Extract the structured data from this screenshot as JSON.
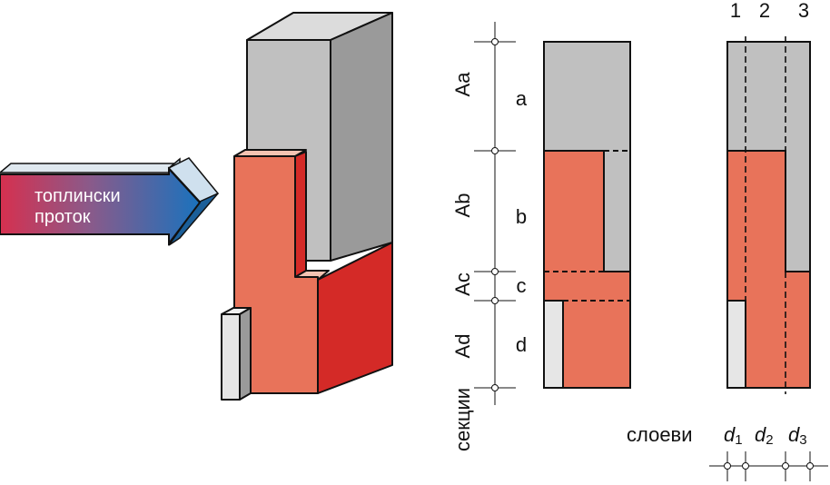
{
  "arrow": {
    "line1": "топлински",
    "line2": "проток"
  },
  "sections": {
    "axis_label": "секции",
    "items": [
      {
        "name": "Aa",
        "letter": "a"
      },
      {
        "name": "Ab",
        "letter": "b"
      },
      {
        "name": "Ac",
        "letter": "c"
      },
      {
        "name": "Ad",
        "letter": "d"
      }
    ]
  },
  "layers": {
    "label": "слоеви",
    "numbers": [
      "1",
      "2",
      "3"
    ],
    "d_symbol": "d",
    "subscripts": [
      "1",
      "2",
      "3"
    ]
  },
  "colors": {
    "gray": "#c0c0c0",
    "gray_dark": "#9a9a9a",
    "red": "#e8735a",
    "red_dark": "#d42a27",
    "light": "#e6e6e6",
    "arrow_left": "#d6304f",
    "arrow_right": "#1f70b8"
  }
}
